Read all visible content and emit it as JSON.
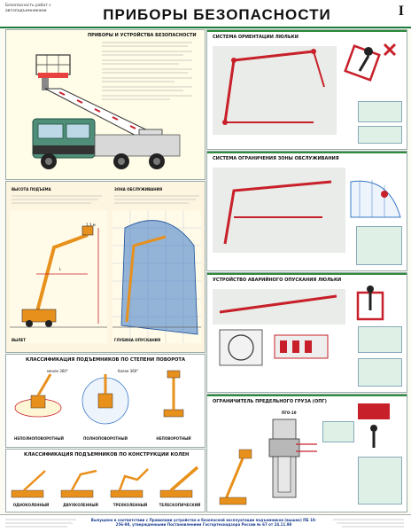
{
  "header": {
    "left_note": "Безопасность работ с автоподъемниками",
    "title": "ПРИБОРЫ   БЕЗОПАСНОСТИ",
    "roman": "I"
  },
  "sections": {
    "devices": {
      "title": "ПРИБОРЫ И УСТРОЙСТВА БЕЗОПАСНОСТИ"
    },
    "orientation": {
      "title": "СИСТЕМА ОРИЕНТАЦИИ ЛЮЛЬКИ"
    },
    "zone": {
      "title": "СИСТЕМА ОГРАНИЧЕНИЯ ЗОНЫ ОБСЛУЖИВАНИЯ"
    },
    "emergency": {
      "title": "УСТРОЙСТВО АВАРИЙНОГО ОПУСКАНИЯ ЛЮЛЬКИ"
    },
    "rotation": {
      "title": "КЛАССИФИКАЦИЯ ПОДЪЕМНИКОВ ПО СТЕПЕНИ ПОВОРОТА"
    },
    "construction": {
      "title": "КЛАССИФИКАЦИЯ ПОДЪЕМНИКОВ ПО КОНСТРУКЦИИ КОЛЕН"
    },
    "limiter": {
      "title": "ОГРАНИЧИТЕЛЬ ПРЕДЕЛЬНОГО ГРУЗА (ОПГ)"
    }
  },
  "rotation_types": [
    "НЕПОЛНОПОВОРОТНЫЙ",
    "ПОЛНОПОВОРОТНЫЙ",
    "НЕПОВОРОТНЫЙ"
  ],
  "rotation_marks": [
    "менее 360°",
    "более 360°"
  ],
  "knee_types": [
    "ОДНОКОЛЕННЫЙ",
    "ДВУХКОЛЕННЫЙ",
    "ТРЕХКОЛЕННЫЙ",
    "ТЕЛЕСКОПИЧЕСКИЙ"
  ],
  "labels": {
    "height": "ВЫСОТА ПОДЪЕМА",
    "zone": "ЗОНА ОБСЛУЖИВАНИЯ",
    "reach": "ВЫЛЕТ",
    "depth": "ГЛУБИНА ОПУСКАНИЯ",
    "dim_h": "1,3 м",
    "dim_l": "L",
    "pgo": "ПГО-10"
  },
  "footer": {
    "center": "Выпущено в соответствии с Правилами устройства и безопасной эксплуатации подъемников (вышек) ПБ 10-256-98, утвержденными Постановлением Госгортехнадзора России № 67 от 24.11.98"
  },
  "colors": {
    "green": "#2e8b3a",
    "red": "#c8202a",
    "orange": "#e8901c",
    "blue": "#3a78c8"
  }
}
